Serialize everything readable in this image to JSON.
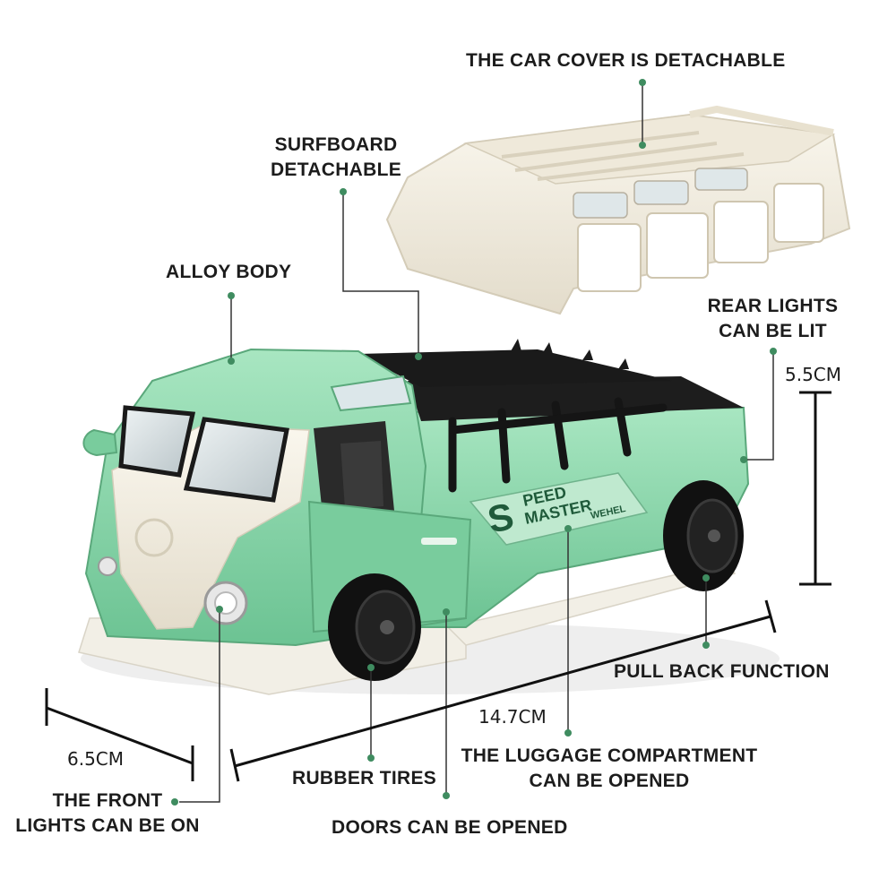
{
  "labels": {
    "cover": "THE CAR COVER IS DETACHABLE",
    "surfboard_1": "SURFBOARD",
    "surfboard_2": "DETACHABLE",
    "alloy": "ALLOY BODY",
    "rear_1": "REAR LIGHTS",
    "rear_2": "CAN BE LIT",
    "pullback": "PULL BACK FUNCTION",
    "luggage_1": "THE LUGGAGE COMPARTMENT",
    "luggage_2": "CAN BE OPENED",
    "tires": "RUBBER TIRES",
    "front_1": "THE FRONT",
    "front_2": "LIGHTS CAN BE ON",
    "doors": "DOORS CAN BE OPENED"
  },
  "dimensions": {
    "height": "5.5CM",
    "length": "14.7CM",
    "width": "6.5CM"
  },
  "decal": {
    "line1": "PEED",
    "line2": "MASTER",
    "line3": "WEHEL",
    "initial": "S"
  },
  "colors": {
    "body_green": "#8fd9ad",
    "body_green_dark": "#5fb887",
    "cream": "#f3eee0",
    "black": "#1b1b1b",
    "dot_green": "#3f8c60",
    "line": "#333333"
  }
}
